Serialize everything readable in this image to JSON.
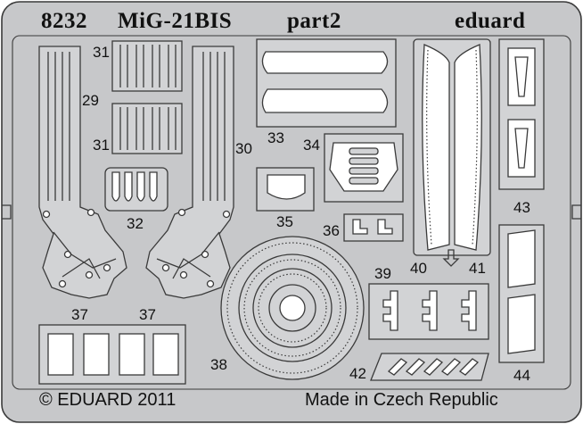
{
  "header": {
    "set_number": "8232",
    "model": "MiG-21BIS",
    "part": "part2",
    "brand": "eduard"
  },
  "footer": {
    "copyright": "© EDUARD 2011",
    "origin": "Made in Czech Republic"
  },
  "part_numbers": {
    "p29": "29",
    "p30": "30",
    "p31a": "31",
    "p31b": "31",
    "p32": "32",
    "p33": "33",
    "p34": "34",
    "p35": "35",
    "p36": "36",
    "p37a": "37",
    "p37b": "37",
    "p38": "38",
    "p39": "39",
    "p40": "40",
    "p41": "41",
    "p42": "42",
    "p43": "43",
    "p44": "44"
  },
  "colors": {
    "fret": "#c7c8ca",
    "outline": "#3a3a3a",
    "background": "#ffffff"
  }
}
